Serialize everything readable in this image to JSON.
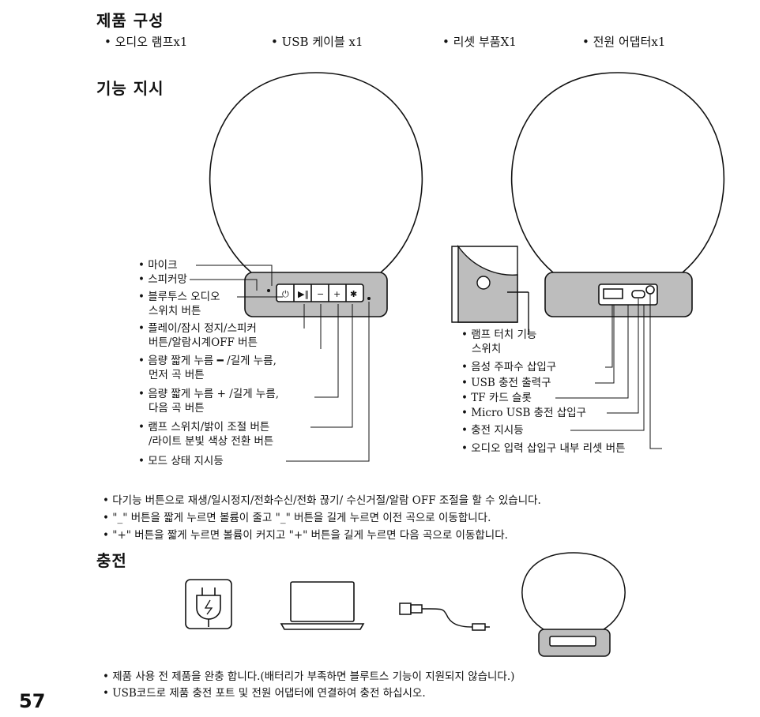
{
  "sections": {
    "components_title": "제품 구성",
    "functions_title": "기능 지시",
    "charging_title": "충전"
  },
  "components": [
    "• 오디오 램프x1",
    "• USB 케이블 x1",
    "• 리셋 부품X1",
    "• 전원 어댑터x1"
  ],
  "left_labels": [
    "• 마이크",
    "• 스피커망",
    "• 블루투스 오디오",
    "스위치 버튼",
    "• 플레이/잠시 정지/스피커",
    "버튼/알람시계OFF 버튼",
    "• 음량 짧게 누름 ━ /길게 누름,",
    "먼저 곡 버튼",
    "• 음량 짧게 누름 + /길게 누름,",
    "다음 곡 버튼",
    "• 램프 스위치/밝이 조절 버튼",
    "/라이트 분빛 색상 전환 버튼",
    "• 모드 상태 지시등"
  ],
  "right_labels": [
    "• 램프 터치 기능",
    "스위치",
    "• 음성 주파수 삽입구",
    "• USB 충전 출력구",
    "• TF 카드 슬롯",
    "• Micro USB 충전 삽입구",
    "• 충전 지시등",
    "• 오디오 입력 삽입구 내부 리셋 버튼"
  ],
  "notes": [
    "• 다기능 버튼으로 재생/일시정지/전화수신/전화 끊기/ 수신거절/알람 OFF 조절을 할 수 있습니다.",
    "• \"_\" 버튼을 짧게 누르면 볼륨이 줄고  \"_\" 버튼을 길게 누르면 이전 곡으로 이동합니다.",
    "• \"+\" 버튼을 짧게 누르면 볼륨이 커지고  \"+\" 버튼을 길게 누르면 다음 곡으로 이동합니다."
  ],
  "charging_notes": [
    "• 제품 사용 전 제품을 완충 합니다.(배터리가 부족하면 블루트스 기능이 지원되지 않습니다.)",
    "• USB코드로 제품 충전 포트 및 전원 어댑터에 연결하여 충전 하십시오."
  ],
  "icons": [
    "power-plug-icon",
    "laptop-icon",
    "usb-cable-icon",
    "lamp-icon"
  ],
  "page_number": "57"
}
